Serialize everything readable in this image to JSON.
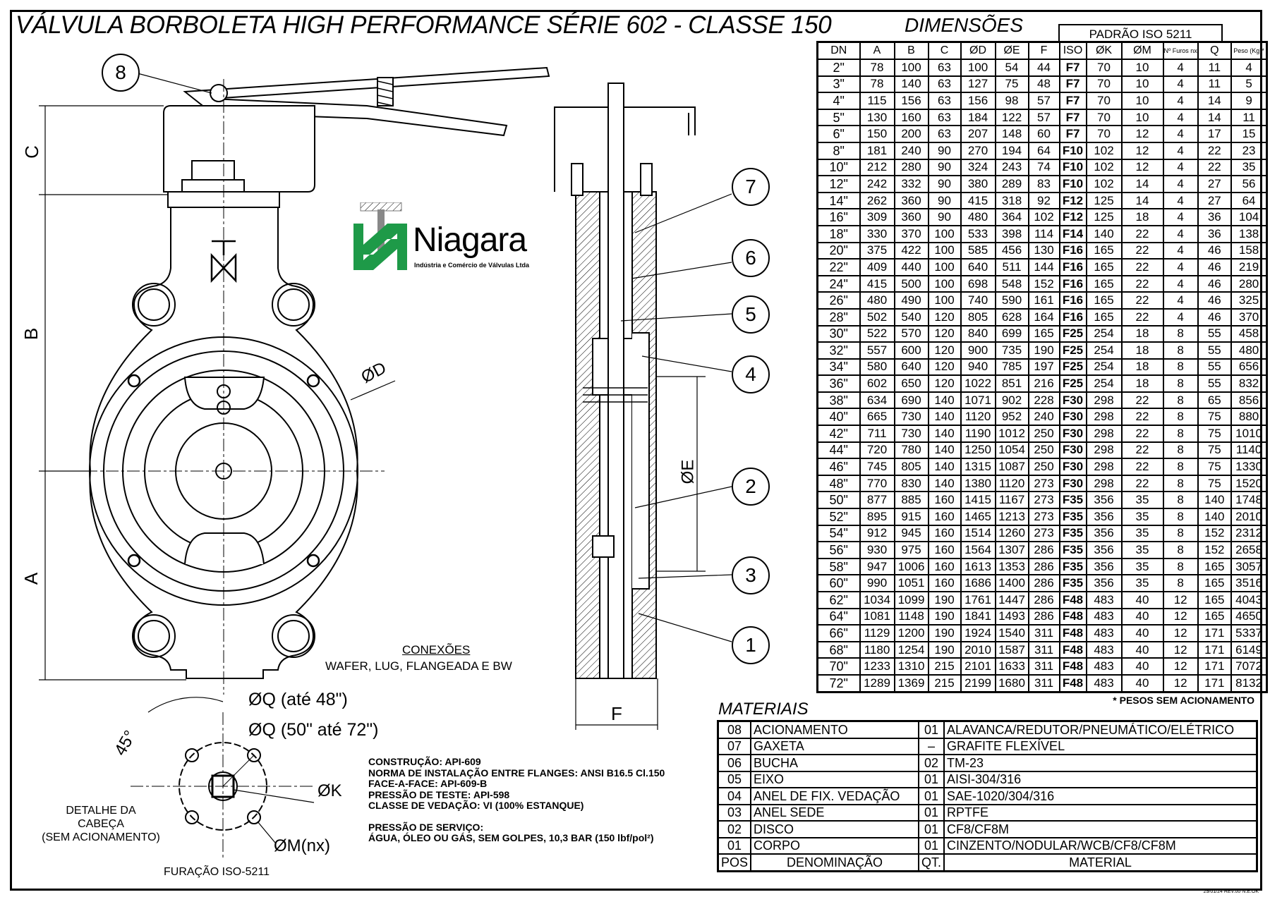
{
  "title": "VÁLVULA BORBOLETA HIGH PERFORMANCE  SÉRIE 602 - CLASSE 150",
  "dimensions": {
    "title": "DIMENSÕES",
    "iso_group_label": "PADRÃO ISO 5211",
    "headers": [
      "DN",
      "A",
      "B",
      "C",
      "ØD",
      "ØE",
      "F",
      "ISO",
      "ØK",
      "ØM",
      "Nº Furos nx",
      "Q",
      "Peso (Kg)*"
    ],
    "rows": [
      [
        "2\"",
        "78",
        "100",
        "63",
        "100",
        "54",
        "44",
        "F7",
        "70",
        "10",
        "4",
        "11",
        "4"
      ],
      [
        "3\"",
        "78",
        "140",
        "63",
        "127",
        "75",
        "48",
        "F7",
        "70",
        "10",
        "4",
        "11",
        "5"
      ],
      [
        "4\"",
        "115",
        "156",
        "63",
        "156",
        "98",
        "57",
        "F7",
        "70",
        "10",
        "4",
        "14",
        "9"
      ],
      [
        "5\"",
        "130",
        "160",
        "63",
        "184",
        "122",
        "57",
        "F7",
        "70",
        "10",
        "4",
        "14",
        "11"
      ],
      [
        "6\"",
        "150",
        "200",
        "63",
        "207",
        "148",
        "60",
        "F7",
        "70",
        "12",
        "4",
        "17",
        "15"
      ],
      [
        "8\"",
        "181",
        "240",
        "90",
        "270",
        "194",
        "64",
        "F10",
        "102",
        "12",
        "4",
        "22",
        "23"
      ],
      [
        "10\"",
        "212",
        "280",
        "90",
        "324",
        "243",
        "74",
        "F10",
        "102",
        "12",
        "4",
        "22",
        "35"
      ],
      [
        "12\"",
        "242",
        "332",
        "90",
        "380",
        "289",
        "83",
        "F10",
        "102",
        "14",
        "4",
        "27",
        "56"
      ],
      [
        "14\"",
        "262",
        "360",
        "90",
        "415",
        "318",
        "92",
        "F12",
        "125",
        "14",
        "4",
        "27",
        "64"
      ],
      [
        "16\"",
        "309",
        "360",
        "90",
        "480",
        "364",
        "102",
        "F12",
        "125",
        "18",
        "4",
        "36",
        "104"
      ],
      [
        "18\"",
        "330",
        "370",
        "100",
        "533",
        "398",
        "114",
        "F14",
        "140",
        "22",
        "4",
        "36",
        "138"
      ],
      [
        "20\"",
        "375",
        "422",
        "100",
        "585",
        "456",
        "130",
        "F16",
        "165",
        "22",
        "4",
        "46",
        "158"
      ],
      [
        "22\"",
        "409",
        "440",
        "100",
        "640",
        "511",
        "144",
        "F16",
        "165",
        "22",
        "4",
        "46",
        "219"
      ],
      [
        "24\"",
        "415",
        "500",
        "100",
        "698",
        "548",
        "152",
        "F16",
        "165",
        "22",
        "4",
        "46",
        "280"
      ],
      [
        "26\"",
        "480",
        "490",
        "100",
        "740",
        "590",
        "161",
        "F16",
        "165",
        "22",
        "4",
        "46",
        "325"
      ],
      [
        "28\"",
        "502",
        "540",
        "120",
        "805",
        "628",
        "164",
        "F16",
        "165",
        "22",
        "4",
        "46",
        "370"
      ],
      [
        "30\"",
        "522",
        "570",
        "120",
        "840",
        "699",
        "165",
        "F25",
        "254",
        "18",
        "8",
        "55",
        "458"
      ],
      [
        "32\"",
        "557",
        "600",
        "120",
        "900",
        "735",
        "190",
        "F25",
        "254",
        "18",
        "8",
        "55",
        "480"
      ],
      [
        "34\"",
        "580",
        "640",
        "120",
        "940",
        "785",
        "197",
        "F25",
        "254",
        "18",
        "8",
        "55",
        "656"
      ],
      [
        "36\"",
        "602",
        "650",
        "120",
        "1022",
        "851",
        "216",
        "F25",
        "254",
        "18",
        "8",
        "55",
        "832"
      ],
      [
        "38\"",
        "634",
        "690",
        "140",
        "1071",
        "902",
        "228",
        "F30",
        "298",
        "22",
        "8",
        "65",
        "856"
      ],
      [
        "40\"",
        "665",
        "730",
        "140",
        "1120",
        "952",
        "240",
        "F30",
        "298",
        "22",
        "8",
        "75",
        "880"
      ],
      [
        "42\"",
        "711",
        "730",
        "140",
        "1190",
        "1012",
        "250",
        "F30",
        "298",
        "22",
        "8",
        "75",
        "1010"
      ],
      [
        "44\"",
        "720",
        "780",
        "140",
        "1250",
        "1054",
        "250",
        "F30",
        "298",
        "22",
        "8",
        "75",
        "1140"
      ],
      [
        "46\"",
        "745",
        "805",
        "140",
        "1315",
        "1087",
        "250",
        "F30",
        "298",
        "22",
        "8",
        "75",
        "1330"
      ],
      [
        "48\"",
        "770",
        "830",
        "140",
        "1380",
        "1120",
        "273",
        "F30",
        "298",
        "22",
        "8",
        "75",
        "1520"
      ],
      [
        "50\"",
        "877",
        "885",
        "160",
        "1415",
        "1167",
        "273",
        "F35",
        "356",
        "35",
        "8",
        "140",
        "1748"
      ],
      [
        "52\"",
        "895",
        "915",
        "160",
        "1465",
        "1213",
        "273",
        "F35",
        "356",
        "35",
        "8",
        "140",
        "2010"
      ],
      [
        "54\"",
        "912",
        "945",
        "160",
        "1514",
        "1260",
        "273",
        "F35",
        "356",
        "35",
        "8",
        "152",
        "2312"
      ],
      [
        "56\"",
        "930",
        "975",
        "160",
        "1564",
        "1307",
        "286",
        "F35",
        "356",
        "35",
        "8",
        "152",
        "2658"
      ],
      [
        "58\"",
        "947",
        "1006",
        "160",
        "1613",
        "1353",
        "286",
        "F35",
        "356",
        "35",
        "8",
        "165",
        "3057"
      ],
      [
        "60\"",
        "990",
        "1051",
        "160",
        "1686",
        "1400",
        "286",
        "F35",
        "356",
        "35",
        "8",
        "165",
        "3516"
      ],
      [
        "62\"",
        "1034",
        "1099",
        "190",
        "1761",
        "1447",
        "286",
        "F48",
        "483",
        "40",
        "12",
        "165",
        "4043"
      ],
      [
        "64\"",
        "1081",
        "1148",
        "190",
        "1841",
        "1493",
        "286",
        "F48",
        "483",
        "40",
        "12",
        "165",
        "4650"
      ],
      [
        "66\"",
        "1129",
        "1200",
        "190",
        "1924",
        "1540",
        "311",
        "F48",
        "483",
        "40",
        "12",
        "171",
        "5337"
      ],
      [
        "68\"",
        "1180",
        "1254",
        "190",
        "2010",
        "1587",
        "311",
        "F48",
        "483",
        "40",
        "12",
        "171",
        "6149"
      ],
      [
        "70\"",
        "1233",
        "1310",
        "215",
        "2101",
        "1633",
        "311",
        "F48",
        "483",
        "40",
        "12",
        "171",
        "7072"
      ],
      [
        "72\"",
        "1289",
        "1369",
        "215",
        "2199",
        "1680",
        "311",
        "F48",
        "483",
        "40",
        "12",
        "171",
        "8132"
      ]
    ],
    "footnote": "* PESOS SEM ACIONAMENTO"
  },
  "materials": {
    "title": "MATERIAIS",
    "rows": [
      [
        "08",
        "ACIONAMENTO",
        "01",
        "ALAVANCA/REDUTOR/PNEUMÁTICO/ELÉTRICO"
      ],
      [
        "07",
        "GAXETA",
        "–",
        "GRAFITE FLEXÍVEL"
      ],
      [
        "06",
        "BUCHA",
        "02",
        "TM-23"
      ],
      [
        "05",
        "EIXO",
        "01",
        "AISI-304/316"
      ],
      [
        "04",
        "ANEL DE FIX. VEDAÇÃO",
        "01",
        "SAE-1020/304/316"
      ],
      [
        "03",
        "ANEL SEDE",
        "01",
        "RPTFE"
      ],
      [
        "02",
        "DISCO",
        "01",
        "CF8/CF8M"
      ],
      [
        "01",
        "CORPO",
        "01",
        "CINZENTO/NODULAR/WCB/CF8/CF8M"
      ]
    ],
    "headers": [
      "POS",
      "DENOMINAÇÃO",
      "QT.",
      "MATERIAL"
    ]
  },
  "notes": [
    "CONSTRUÇÃO: API-609",
    "NORMA DE INSTALAÇÃO ENTRE FLANGES: ANSI B16.5 Cl.150",
    "FACE-A-FACE: API-609-B",
    "PRESSÃO DE TESTE: API-598",
    "CLASSE DE VEDAÇÃO: VI (100% ESTANQUE)"
  ],
  "service": [
    "PRESSÃO DE SERVIÇO:",
    "ÁGUA, ÓLEO OU GÁS, SEM GOLPES, 10,3 BAR (150 lbf/pol²)"
  ],
  "connections": {
    "title": "CONEXÕES",
    "text": "WAFER, LUG, FLANGEADA E BW"
  },
  "logo": {
    "name": "Niagara",
    "subtitle": "Indústria e Comércio de Válvulas Ltda",
    "color": "#1e9a48"
  },
  "drawing": {
    "dim_a": "A",
    "dim_b": "B",
    "dim_c": "C",
    "dim_d": "ØD",
    "dim_e": "ØE",
    "dim_f": "F",
    "balloons": [
      "1",
      "2",
      "3",
      "4",
      "5",
      "6",
      "7",
      "8"
    ],
    "q_small": "ØQ (até 48\")",
    "q_large": "ØQ (50\" até 72\")",
    "angle": "45°",
    "dim_k": "ØK",
    "dim_m": "ØM(nx)",
    "head_detail": [
      "DETALHE DA",
      "CABEÇA",
      "(SEM ACIONAMENTO)"
    ],
    "drilling": "FURAÇÃO ISO-5211"
  },
  "revision": "29/01/24 REV.00 N.E.OK"
}
